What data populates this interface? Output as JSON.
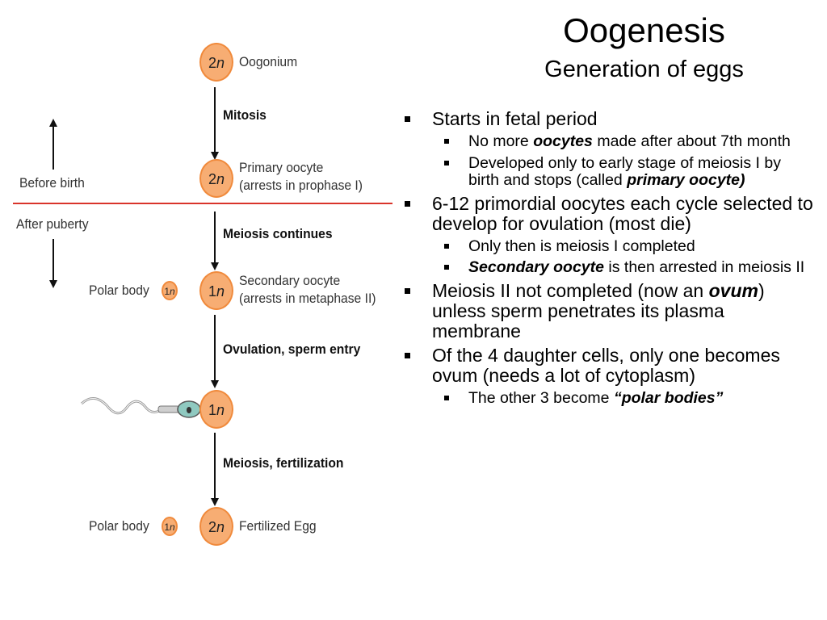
{
  "slide": {
    "title": "Oogenesis",
    "subtitle": "Generation of eggs"
  },
  "diagram": {
    "stages": [
      {
        "ploidy": "2",
        "ploidy_unit": "n",
        "label_line1": "Oogonium",
        "label_line2": ""
      },
      {
        "ploidy": "2",
        "ploidy_unit": "n",
        "label_line1": "Primary oocyte",
        "label_line2": "(arrests in prophase I)"
      },
      {
        "ploidy": "1",
        "ploidy_unit": "n",
        "label_line1": "Secondary oocyte",
        "label_line2": "(arrests in metaphase II)"
      },
      {
        "ploidy": "1",
        "ploidy_unit": "n",
        "label_line1": "",
        "label_line2": ""
      },
      {
        "ploidy": "2",
        "ploidy_unit": "n",
        "label_line1": "Fertilized Egg",
        "label_line2": ""
      }
    ],
    "steps": [
      "Mitosis",
      "Meiosis continues",
      "Ovulation, sperm entry",
      "Meiosis, fertilization"
    ],
    "polar_bodies": [
      {
        "label": "Polar body",
        "ploidy": "1",
        "ploidy_unit": "n"
      },
      {
        "label": "Polar body",
        "ploidy": "1",
        "ploidy_unit": "n"
      }
    ],
    "before_birth": "Before birth",
    "after_puberty": "After puberty",
    "colors": {
      "cell_fill": "#f7ad73",
      "cell_border": "#f08a3c",
      "divider": "#d9342b",
      "sperm_head": "#8fc9c0"
    }
  },
  "bullets": {
    "b1": "Starts in fetal period",
    "b1_1_pre": "No more ",
    "b1_1_em": "oocytes",
    "b1_1_post": " made after about 7th month",
    "b1_2_pre": "Developed only to early stage of meiosis I by birth and stops (called ",
    "b1_2_em": "primary oocyte)",
    "b2": "6-12 primordial oocytes each cycle selected to develop for ovulation (most die)",
    "b2_1": "Only then is meiosis I completed",
    "b2_2_em": "Secondary oocyte",
    "b2_2_post": " is then arrested in meiosis II",
    "b3_pre": "Meiosis II not completed (now an ",
    "b3_em": "ovum",
    "b3_post": ") unless sperm penetrates its plasma membrane",
    "b4": "Of the 4 daughter cells, only one becomes ovum (needs a lot of cytoplasm)",
    "b4_1_pre": "The other 3 become ",
    "b4_1_em": "“polar bodies”"
  }
}
